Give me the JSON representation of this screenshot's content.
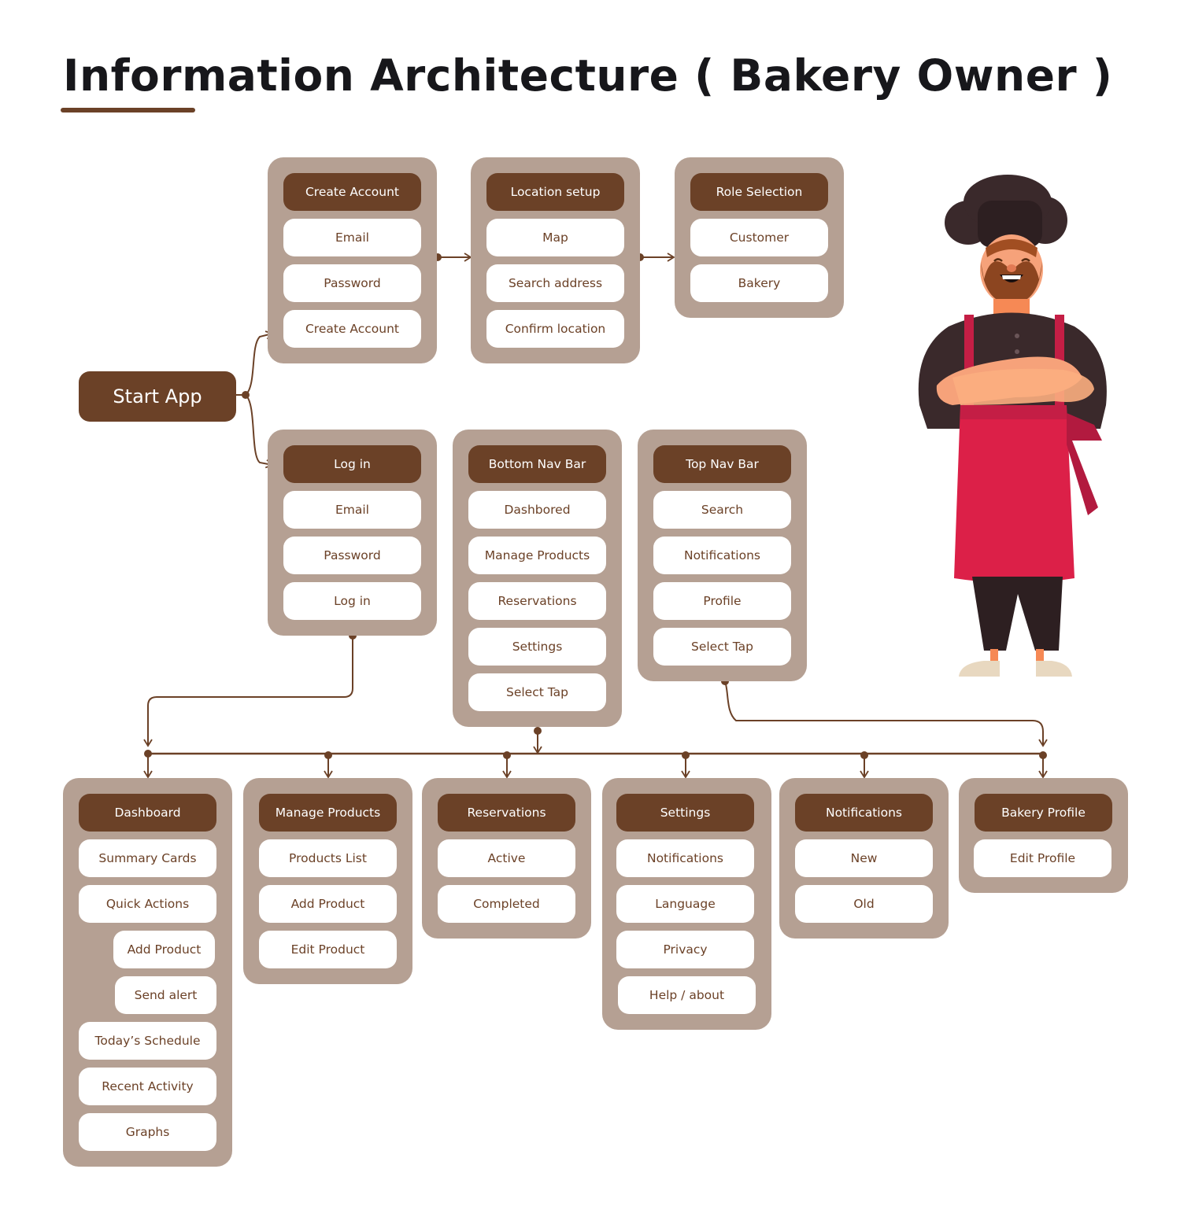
{
  "title": "Information Architecture ( Bakery Owner )",
  "colors": {
    "primary": "#6b4127",
    "group_bg": "#b5a093",
    "item_bg": "#ffffff",
    "title": "#17171b"
  },
  "start": {
    "label": "Start App"
  },
  "flow": {
    "create_account": {
      "header": "Create Account",
      "items": [
        "Email",
        "Password",
        "Create Account"
      ]
    },
    "location_setup": {
      "header": "Location setup",
      "items": [
        "Map",
        "Search address",
        "Confirm location"
      ]
    },
    "role_selection": {
      "header": "Role Selection",
      "items": [
        "Customer",
        "Bakery"
      ]
    },
    "log_in": {
      "header": "Log in",
      "items": [
        "Email",
        "Password",
        "Log in"
      ]
    },
    "bottom_nav": {
      "header": "Bottom Nav Bar",
      "items": [
        "Dashbored",
        "Manage Products",
        "Reservations",
        "Settings",
        "Select Tap"
      ]
    },
    "top_nav": {
      "header": "Top Nav Bar",
      "items": [
        "Search",
        "Notifications",
        "Profile",
        "Select Tap"
      ]
    }
  },
  "screens": {
    "dashboard": {
      "header": "Dashboard",
      "items": [
        "Summary Cards",
        "Quick Actions",
        "Add Product",
        "Send alert",
        "Today’s Schedule",
        "Recent Activity",
        "Graphs"
      ]
    },
    "manage_products": {
      "header": "Manage Products",
      "items": [
        "Products List",
        "Add Product",
        "Edit Product"
      ]
    },
    "reservations": {
      "header": "Reservations",
      "items": [
        "Active",
        "Completed"
      ]
    },
    "settings": {
      "header": "Settings",
      "items": [
        "Notifications",
        "Language",
        "Privacy",
        "Help / about"
      ]
    },
    "notifications": {
      "header": "Notifications",
      "items": [
        "New",
        "Old"
      ]
    },
    "bakery_profile": {
      "header": "Bakery Profile",
      "items": [
        "Edit Profile"
      ]
    }
  },
  "illustration": {
    "icon": "chef-illustration-icon"
  }
}
